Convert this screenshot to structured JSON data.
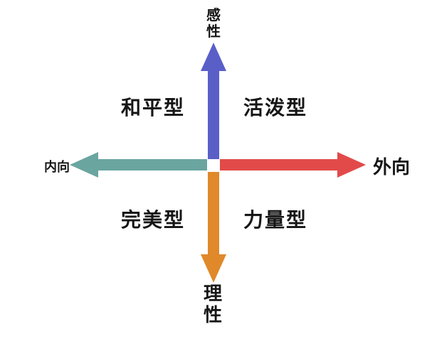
{
  "diagram": {
    "title_hint": "personality-quadrant-diagram",
    "background_color": "#ffffff",
    "text_color": "#161616",
    "axes": {
      "up": {
        "label": "感性",
        "color": "#5a5fc8"
      },
      "down": {
        "label": "理性",
        "color": "#e0892b"
      },
      "left": {
        "label": "内向",
        "color": "#6aa5a0"
      },
      "right": {
        "label": "外向",
        "color": "#e24a4a"
      }
    },
    "quadrants": {
      "top_left": "和平型",
      "top_right": "活泼型",
      "bottom_left": "完美型",
      "bottom_right": "力量型"
    }
  }
}
